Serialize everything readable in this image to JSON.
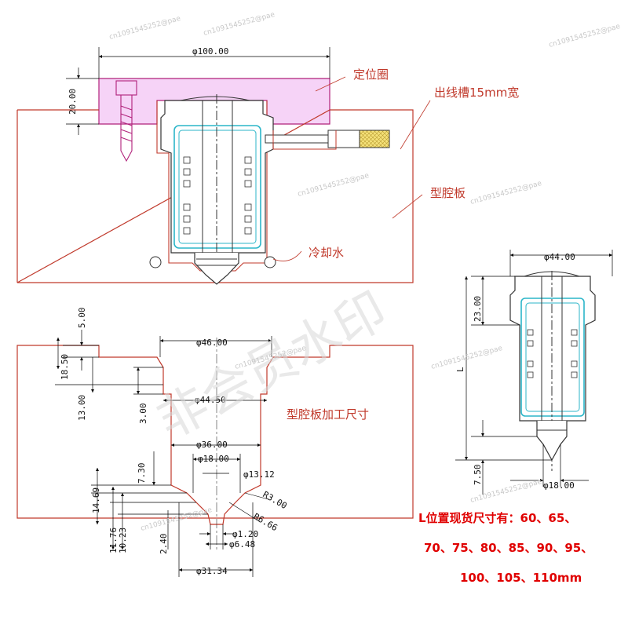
{
  "top_view": {
    "dims": {
      "ring_dia": "φ100.00",
      "ring_height": "20.00"
    },
    "callouts": {
      "locating_ring": "定位圈",
      "wire_slot": "出线槽15mm宽",
      "cavity_plate": "型腔板",
      "cooling_water": "冷却水"
    }
  },
  "bottom_view": {
    "title": "型腔板加工尺寸",
    "dims": {
      "d46": "φ46.00",
      "d4450": "φ44.50",
      "d36": "φ36.00",
      "d18": "φ18.00",
      "d1312": "φ13.12",
      "d120": "φ1.20",
      "d648": "φ6.48",
      "d3134": "φ31.34",
      "v500": "5.00",
      "v1850": "18.50",
      "v1300": "13.00",
      "v300": "3.00",
      "v730": "7.30",
      "v1469": "14.69",
      "v1176": "11.76",
      "v1023": "10.23",
      "v240": "2.40",
      "r300": "R3.00",
      "r666": "R6.66"
    }
  },
  "right_view": {
    "dims": {
      "d44": "φ44.00",
      "v2300": "23.00",
      "L": "L",
      "v750": "7.50",
      "d18": "φ18.00"
    }
  },
  "note": {
    "line1": "L位置现货尺寸有：60、65、",
    "line2": "70、75、80、85、90、95、",
    "line3": "100、105、110mm"
  },
  "watermark": {
    "big": "非会员水印",
    "small": "cn1091545252@pae"
  },
  "colors": {
    "outline": "#c0392b",
    "ring": "#e6c3f0",
    "ring_stroke": "#b0207a",
    "cooling": "#2bb6c9",
    "heater": "#f5e27a",
    "dim_line": "#000000",
    "note_red": "#e00000"
  }
}
